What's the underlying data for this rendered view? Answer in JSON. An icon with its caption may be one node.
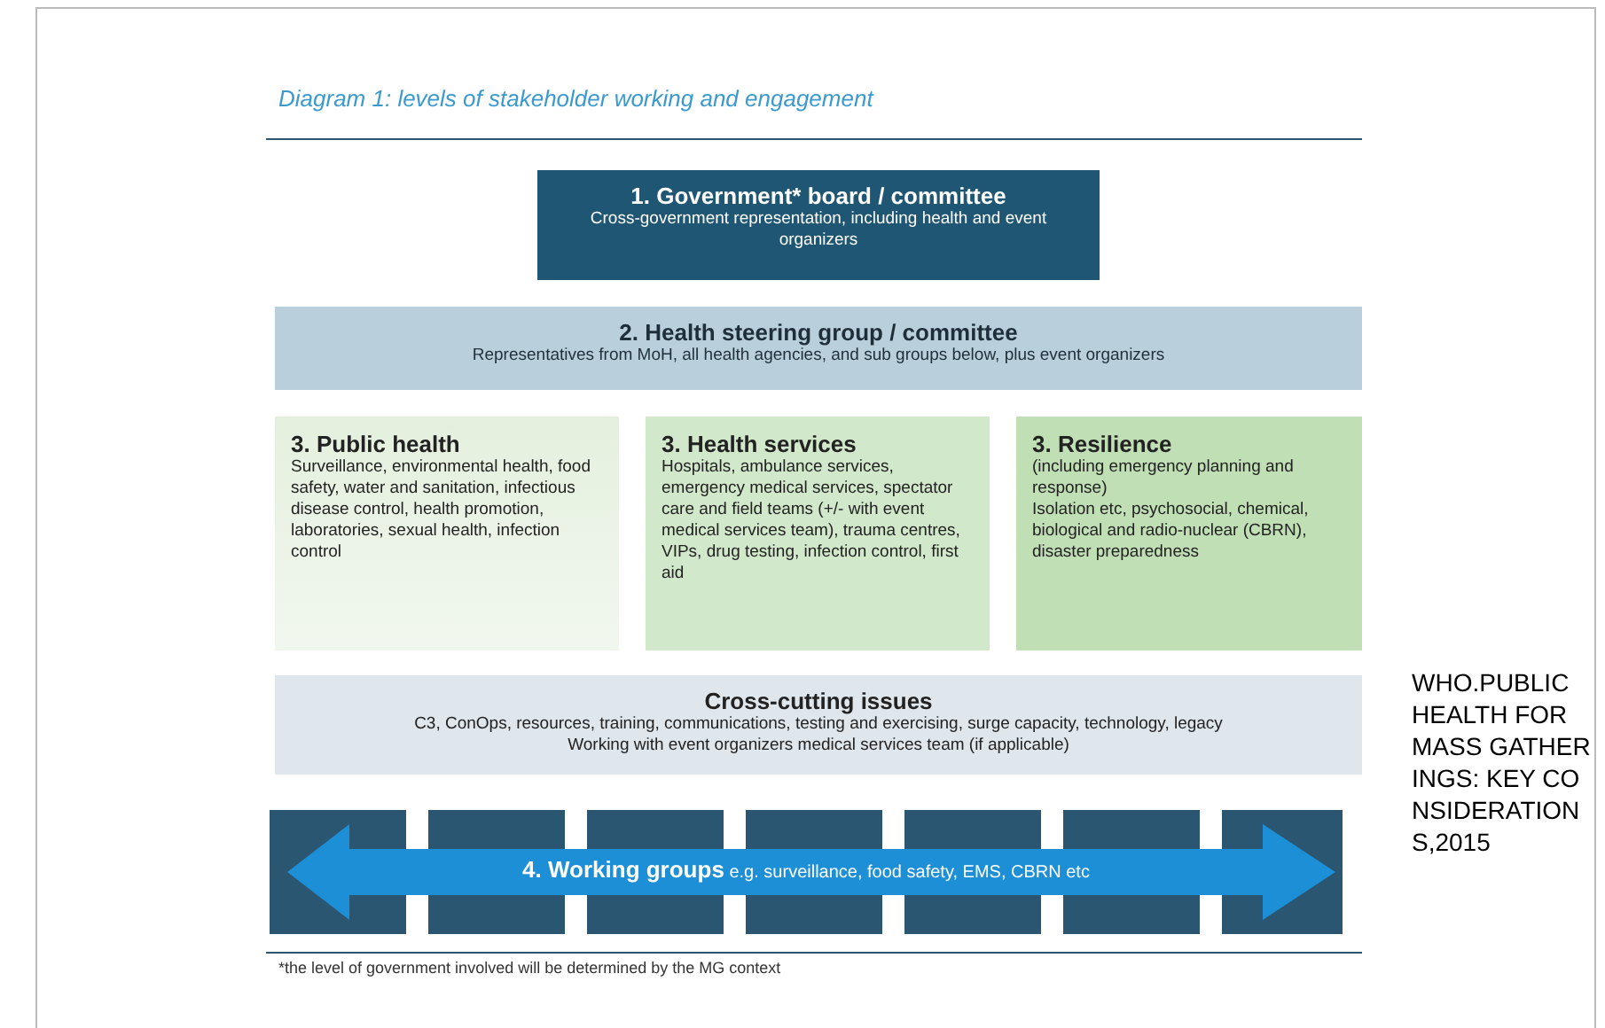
{
  "diagram": {
    "title": "Diagram 1: levels of stakeholder working and engagement",
    "caption": "*the level of government involved will be determined by the MG context",
    "nodes": [
      {
        "text": [
          "1. Government* board / committee",
          "Cross-government representation, including health and event organizers"
        ]
      },
      {
        "text": [
          "2. Health steering group / committee",
          "Representatives from MoH, all health agencies, and sub groups below, plus event organizers"
        ]
      },
      {
        "text": [
          "3. Public health",
          "Surveillance, environmental health, food safety, water and sanitation, infectious disease control, health promotion, laboratories, sexual health, infection control"
        ]
      },
      {
        "text": [
          "3. Health services",
          "Hospitals, ambulance services, emergency medical services, spectator care and field teams (+/- with event medical services team), trauma centres, VIPs, drug testing, infection control, first aid"
        ]
      },
      {
        "text": [
          "3. Resilience",
          "(including emergency planning and response)",
          "Isolation etc, psychosocial, chemical, biological and radio-nuclear (CBRN), disaster preparedness"
        ]
      },
      {
        "text": [
          "Cross-cutting issues",
          "C3, ConOps, resources, training, communications, testing and exercising, surge capacity, technology, legacy",
          "Working with event organizers medical services team (if applicable)"
        ]
      },
      {
        "text": [
          "**4. Working groups** e.g. surveillance, food safety, EMS, CBRN etc"
        ]
      }
    ],
    "labels": [
      "WHO.PUBLIC HEALTH FOR MASS GATHERINGS: KEY CONSIDERATIONS,2015"
    ]
  }
}
